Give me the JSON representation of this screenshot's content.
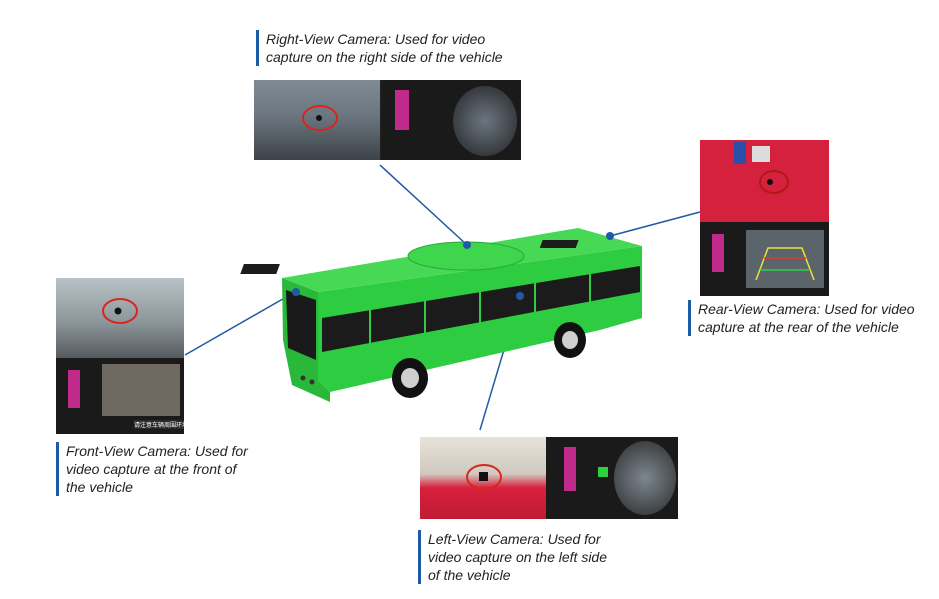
{
  "cameras": {
    "right": {
      "caption_line1": "Right-View Camera: Used for video",
      "caption_line2": "capture on the right side of the vehicle"
    },
    "rear": {
      "caption_line1": "Rear-View Camera: Used for video",
      "caption_line2": "capture at the rear of the vehicle"
    },
    "front": {
      "caption_line1": "Front-View Camera: Used for",
      "caption_line2": "video capture at the front of",
      "caption_line3": "the vehicle"
    },
    "left": {
      "caption_line1": "Left-View Camera: Used for",
      "caption_line2": "video capture on the left side",
      "caption_line3": "of the vehicle"
    }
  },
  "monitor_warning_text": "请注意车辆周围环境!",
  "colors": {
    "bus_body": "#2ecc40",
    "caption_bar": "#1f5aa6",
    "leader_line": "#1f5aa6",
    "highlight_circle": "#d9261c"
  }
}
